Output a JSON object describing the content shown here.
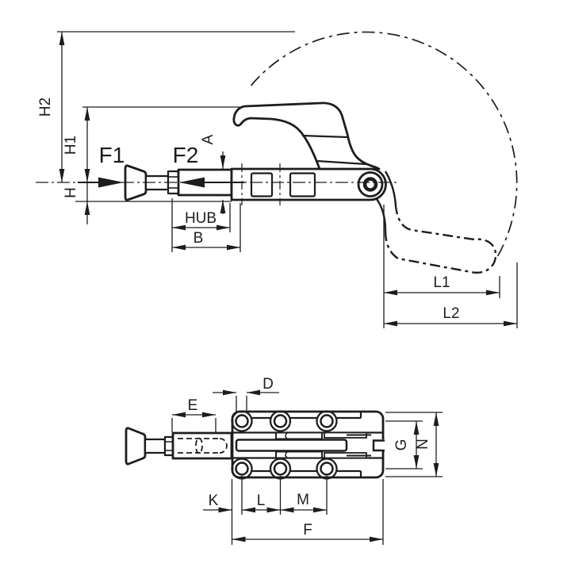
{
  "drawing": {
    "title": "toggle-clamp-dimension-drawing",
    "background": "#ffffff",
    "line_color": "#1d1d1d",
    "side_view": {
      "dim_h2": "H2",
      "dim_h1": "H1",
      "dim_h": "H",
      "force_f1": "F1",
      "force_f2": "F2",
      "dim_a": "A",
      "dim_hub": "HUB",
      "dim_b": "B",
      "dim_l1": "L1",
      "dim_l2": "L2"
    },
    "plan_view": {
      "dim_d": "D",
      "dim_e": "E",
      "dim_g": "G",
      "dim_n": "N",
      "dim_k": "K",
      "dim_l": "L",
      "dim_m": "M",
      "dim_f": "F"
    }
  }
}
